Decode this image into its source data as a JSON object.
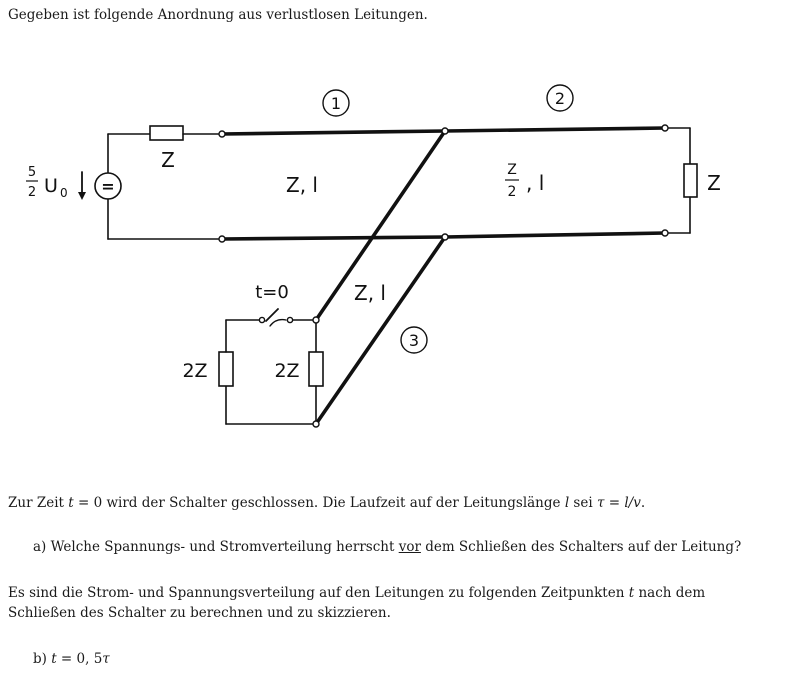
{
  "intro": "Gegeben ist folgende Anordnung aus verlustlosen Leitungen.",
  "diagram": {
    "line_numbers": [
      "1",
      "2",
      "3"
    ],
    "z_series": "Z",
    "source_frac_num": "5",
    "source_frac_den": "2",
    "source_u": "U",
    "source_sub": "0",
    "source_symbol": "=",
    "line1_label": "Z, l",
    "line2_frac_num": "Z",
    "line2_frac_den": "2",
    "line2_rest": ", l",
    "load_label": "Z",
    "switch_label": "t=0",
    "line3_label": "Z, l",
    "r_left": "2Z",
    "r_right": "2Z"
  },
  "para1": {
    "a": "Zur Zeit ",
    "t": "t",
    "b": " = 0 wird der Schalter geschlossen. Die Laufzeit auf der Leitungslänge ",
    "l": "l",
    "c": " sei ",
    "tau": "τ",
    "d": " = ",
    "frac": "l/v",
    "e": "."
  },
  "qa": {
    "prefix": "a) Welche Spannungs- und Stromverteilung herrscht ",
    "underlined": "vor",
    "suffix": " dem Schließen des Schalters auf der Leitung?"
  },
  "para2": {
    "line1a": "Es sind die Strom- und Spannungsverteilung auf den Leitungen zu folgenden Zeitpunkten ",
    "t": "t",
    "line1b": " nach dem",
    "line2": "Schließen des Schalter zu berechnen und zu skizzieren."
  },
  "qb": {
    "prefix": "b) ",
    "t": "t",
    "suffix": " = 0, 5",
    "tau": "τ"
  }
}
